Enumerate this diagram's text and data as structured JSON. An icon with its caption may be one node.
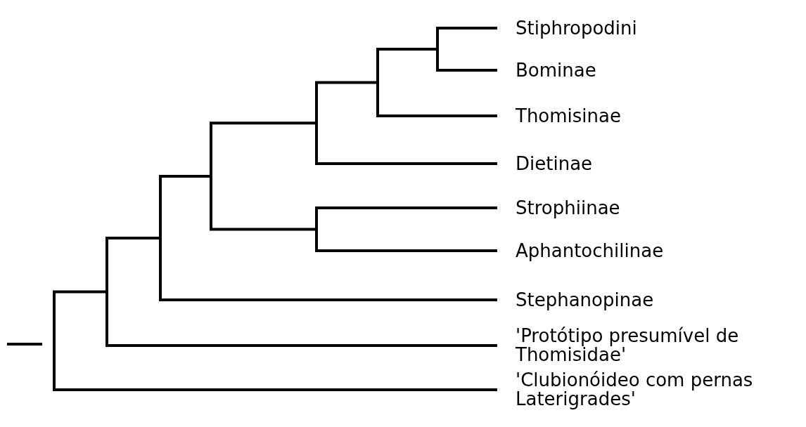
{
  "diagram": {
    "nodes": [
      {
        "text": [
          "Stiphropodini"
        ]
      },
      {
        "text": [
          "Bominae"
        ]
      },
      {
        "text": [
          "Thomisinae"
        ]
      },
      {
        "text": [
          "Dietinae"
        ]
      },
      {
        "text": [
          "Strophiinae"
        ]
      },
      {
        "text": [
          "Aphantochilinae"
        ]
      },
      {
        "text": [
          "Stephanopinae"
        ]
      },
      {
        "text": [
          "'Protótipo presumível de Thomisidae'"
        ]
      },
      {
        "text": [
          "'Clubionóideo com pernas Laterigrades'"
        ]
      }
    ]
  }
}
